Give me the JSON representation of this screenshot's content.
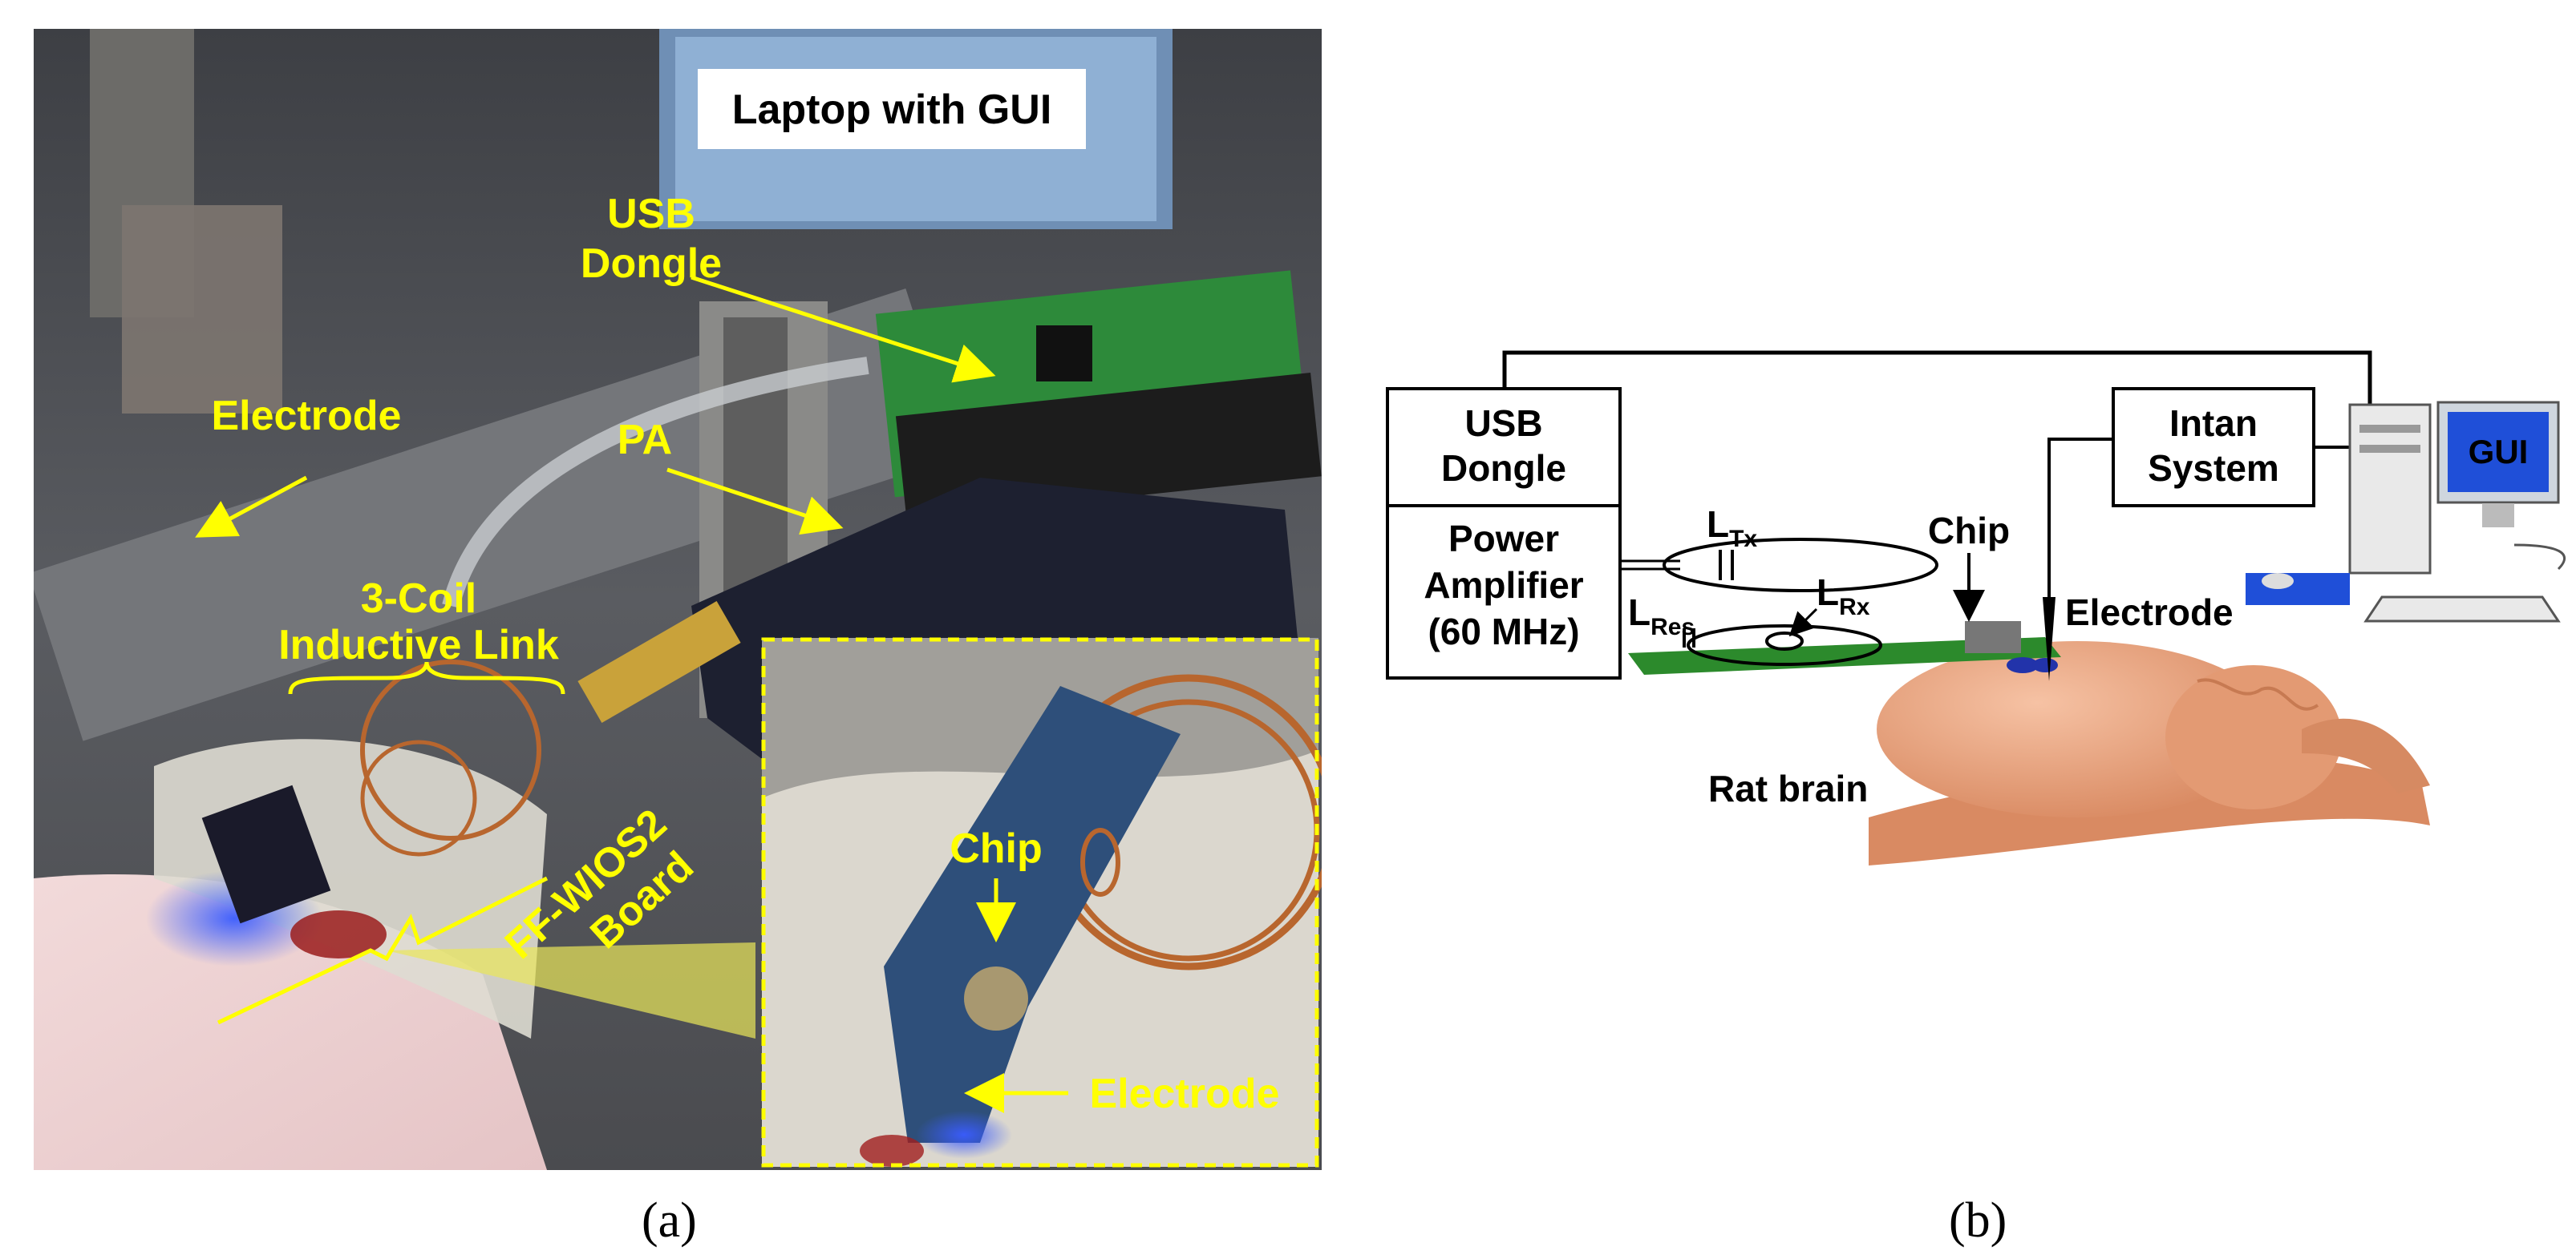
{
  "panel_a": {
    "caption": "(a)",
    "labels": {
      "laptop": "Laptop with GUI",
      "usb_line1": "USB",
      "usb_line2": "Dongle",
      "electrode": "Electrode",
      "pa": "PA",
      "coil_line1": "3-Coil",
      "coil_line2": "Inductive Link",
      "board_line1": "FF-WIOS2",
      "board_line2": "Board",
      "inset_chip": "Chip",
      "inset_electrode": "Electrode"
    }
  },
  "panel_b": {
    "caption": "(b)",
    "labels": {
      "usb_line1": "USB",
      "usb_line2": "Dongle",
      "pa_line1": "Power",
      "pa_line2": "Amplifier",
      "pa_line3": "(60 MHz)",
      "intan_line1": "Intan",
      "intan_line2": "System",
      "gui": "GUI",
      "ltx_main": "L",
      "ltx_sub": "Tx",
      "lres_main": "L",
      "lres_sub": "Res",
      "lrx_main": "L",
      "lrx_sub": "Rx",
      "chip": "Chip",
      "electrode": "Electrode",
      "rat_brain": "Rat brain"
    }
  },
  "colors": {
    "annotation": "#ffff00",
    "board": "#2c8a2c",
    "brain": "#e8a07a",
    "coil": "#b8662e"
  }
}
